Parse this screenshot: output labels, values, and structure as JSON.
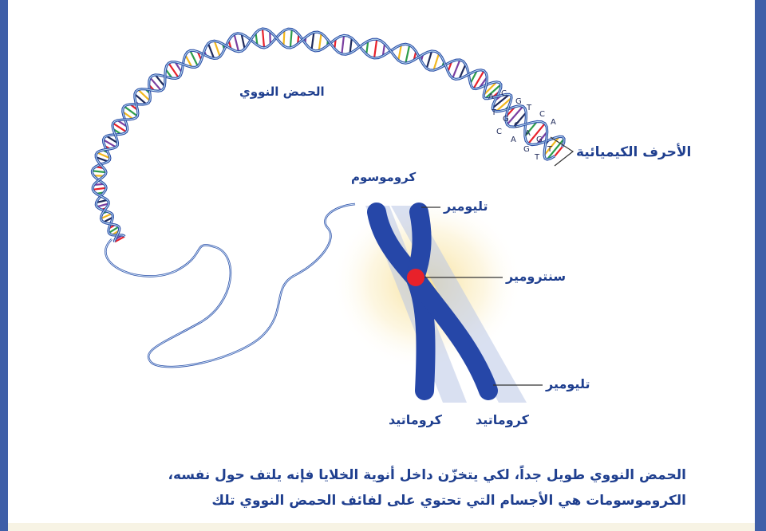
{
  "labels": {
    "dna": "الحمض النووي",
    "chemical_letters": "الأحرف الكيميائية",
    "chromosome": "كروموسوم",
    "telomere_top": "تليومير",
    "centromere": "سنترومير",
    "telomere_bottom": "تليومير",
    "chromatid_left": "كروماتيد",
    "chromatid_right": "كروماتيد"
  },
  "bases": [
    "A",
    "C",
    "G",
    "T",
    "C",
    "A",
    "T",
    "G",
    "C",
    "A",
    "G",
    "T",
    "C",
    "A",
    "G",
    "T"
  ],
  "caption": {
    "line1": "الحمض النووي طويل جداً، لكي يتخزّن داخل أنوية الخلايا فإنه يلتف حول نفسه،",
    "line2": "الكروموسومات هي الأجسام التي تحتوي على لفائف الحمض النووي تلك"
  },
  "colors": {
    "border": "#3f5fa8",
    "strand": "#2d4fa8",
    "chromosome": "#2647a8",
    "centromere": "#e8212a",
    "text": "#1f3f8f"
  }
}
